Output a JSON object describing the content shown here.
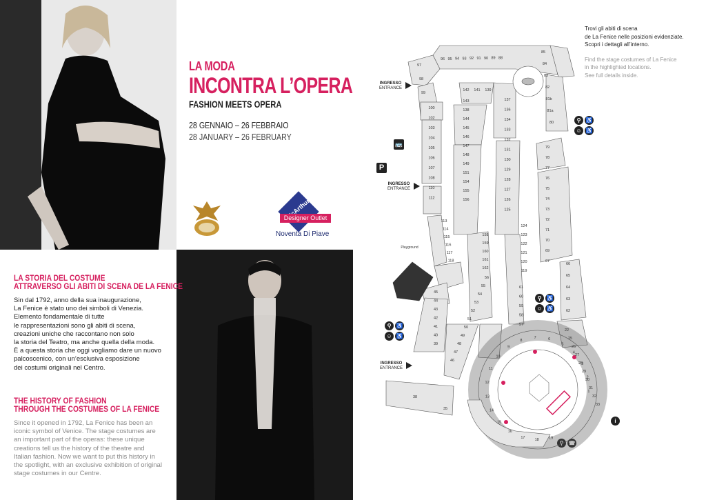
{
  "headline": {
    "kicker": "LA MODA",
    "title": "INCONTRA L’OPERA",
    "subtitle": "FASHION MEETS OPERA",
    "date_it": "28 GENNAIO – 26 FEBBRAIO",
    "date_en": "28 JANUARY – 26 FEBRUARY"
  },
  "logo_mg": {
    "brand": "McArthur Glen",
    "bar": "Designer Outlet",
    "place": "Noventa Di Piave"
  },
  "story_it": {
    "title_1": "LA STORIA DEL COSTUME",
    "title_2": "ATTRAVERSO GLI ABITI DI SCENA DE LA FENICE",
    "body": "Sin dal 1792, anno della sua inaugurazione,\nLa Fenice è stato uno dei simboli di Venezia.\nElemento fondamentale di tutte\nle rappresentazioni sono gli abiti di scena,\ncreazioni uniche che raccontano non solo\nla storia del Teatro, ma anche quella della moda.\nÈ a questa storia che oggi vogliamo dare un nuovo\npalcoscenico, con un’esclusiva esposizione\ndei costumi originali nel Centro."
  },
  "story_en": {
    "title_1": "THE HISTORY OF FASHION",
    "title_2": "THROUGH THE COSTUMES OF LA FENICE",
    "body": "Since it opened in 1792, La Fenice has been an\niconic symbol of  Venice. The stage costumes are\nan important part of the operas: these unique\ncreations tell us the history of the theatre and\nItalian fashion. Now we want to put this history in\nthe spotlight, with an exclusive exhibition of original\nstage costumes in our Centre."
  },
  "legend": {
    "it": "Trovi gli abiti di scena\nde La Fenice nelle posizioni evidenziate.\nScopri i dettagli all’interno.",
    "en": "Find the stage costumes of La Fenice\nin the highlighted locations.\nSee full details inside."
  },
  "entrances": [
    {
      "it": "INGRESSO",
      "en": "ENTRANCE"
    },
    {
      "it": "INGRESSO",
      "en": "ENTRANCE"
    },
    {
      "it": "INGRESSO",
      "en": "ENTRANCE"
    }
  ],
  "map_labels": {
    "playground": "Playground",
    "parking": "P",
    "info": "i"
  },
  "units": {
    "top_row": [
      "96",
      "95",
      "94",
      "93",
      "92",
      "91",
      "90",
      "89",
      "88"
    ],
    "right_upper": [
      "85",
      "84",
      "83",
      "82",
      "81b",
      "81a",
      "80"
    ],
    "left_upper": [
      "97",
      "98",
      "99",
      "100",
      "102",
      "103",
      "104",
      "105",
      "106",
      "107",
      "108",
      "110",
      "112"
    ],
    "center_a": [
      "142",
      "141",
      "139",
      "143",
      "138",
      "144",
      "145",
      "146",
      "147",
      "148",
      "149",
      "151",
      "154",
      "155",
      "156"
    ],
    "center_b": [
      "137",
      "136",
      "134",
      "133",
      "132",
      "131",
      "130",
      "129",
      "128",
      "127",
      "126",
      "125"
    ],
    "right_mid": [
      "79",
      "78",
      "77",
      "76",
      "75",
      "74",
      "73",
      "72",
      "71",
      "70",
      "69",
      "67"
    ],
    "left_mid": [
      "113",
      "114",
      "115",
      "116",
      "117",
      "118",
      "158",
      "159",
      "160",
      "161",
      "162",
      "56",
      "55",
      "54",
      "53",
      "52",
      "51",
      "50",
      "49",
      "48",
      "47",
      "46"
    ],
    "center_mid": [
      "124",
      "123",
      "122",
      "121",
      "120",
      "119",
      "61",
      "60",
      "59",
      "58",
      "57"
    ],
    "right_lower": [
      "66",
      "65",
      "64",
      "63",
      "62",
      "22",
      "25",
      "26",
      "27",
      "28",
      "29",
      "30",
      "31",
      "32",
      "33"
    ],
    "left_lower": [
      "45",
      "44",
      "43",
      "42",
      "41",
      "40",
      "39",
      "38",
      "35"
    ],
    "ring": [
      "19",
      "18",
      "17",
      "16",
      "15",
      "14",
      "13",
      "12",
      "11",
      "10",
      "9",
      "8",
      "7",
      "6",
      "5",
      "4",
      "3",
      "2",
      "1"
    ]
  }
}
